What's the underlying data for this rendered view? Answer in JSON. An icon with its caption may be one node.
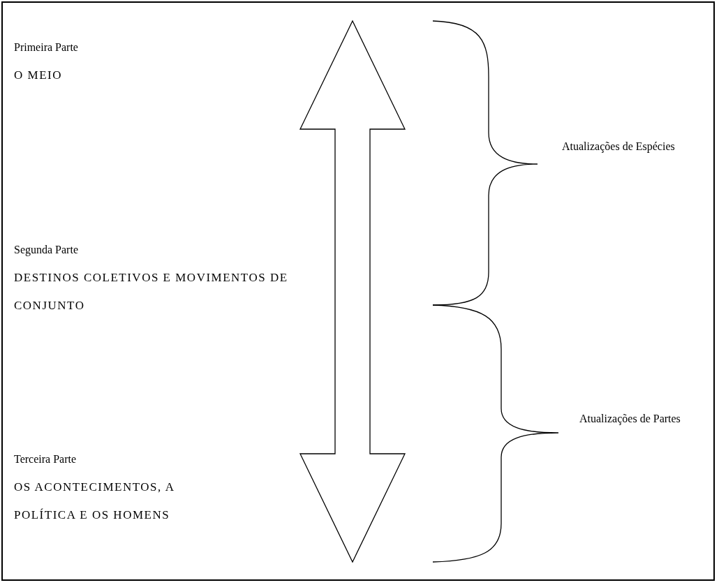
{
  "diagram": {
    "labels": [
      "Primeira Parte",
      "O MEIO",
      "Segunda Parte",
      "DESTINOS COLETIVOS E MOVIMENTOS DE CONJUNTO",
      "Terceira Parte",
      "OS ACONTECIMENTOS, A POLÍTICA E OS HOMENS",
      "Atualizações de Espécies",
      "Atualizações de Partes"
    ]
  }
}
